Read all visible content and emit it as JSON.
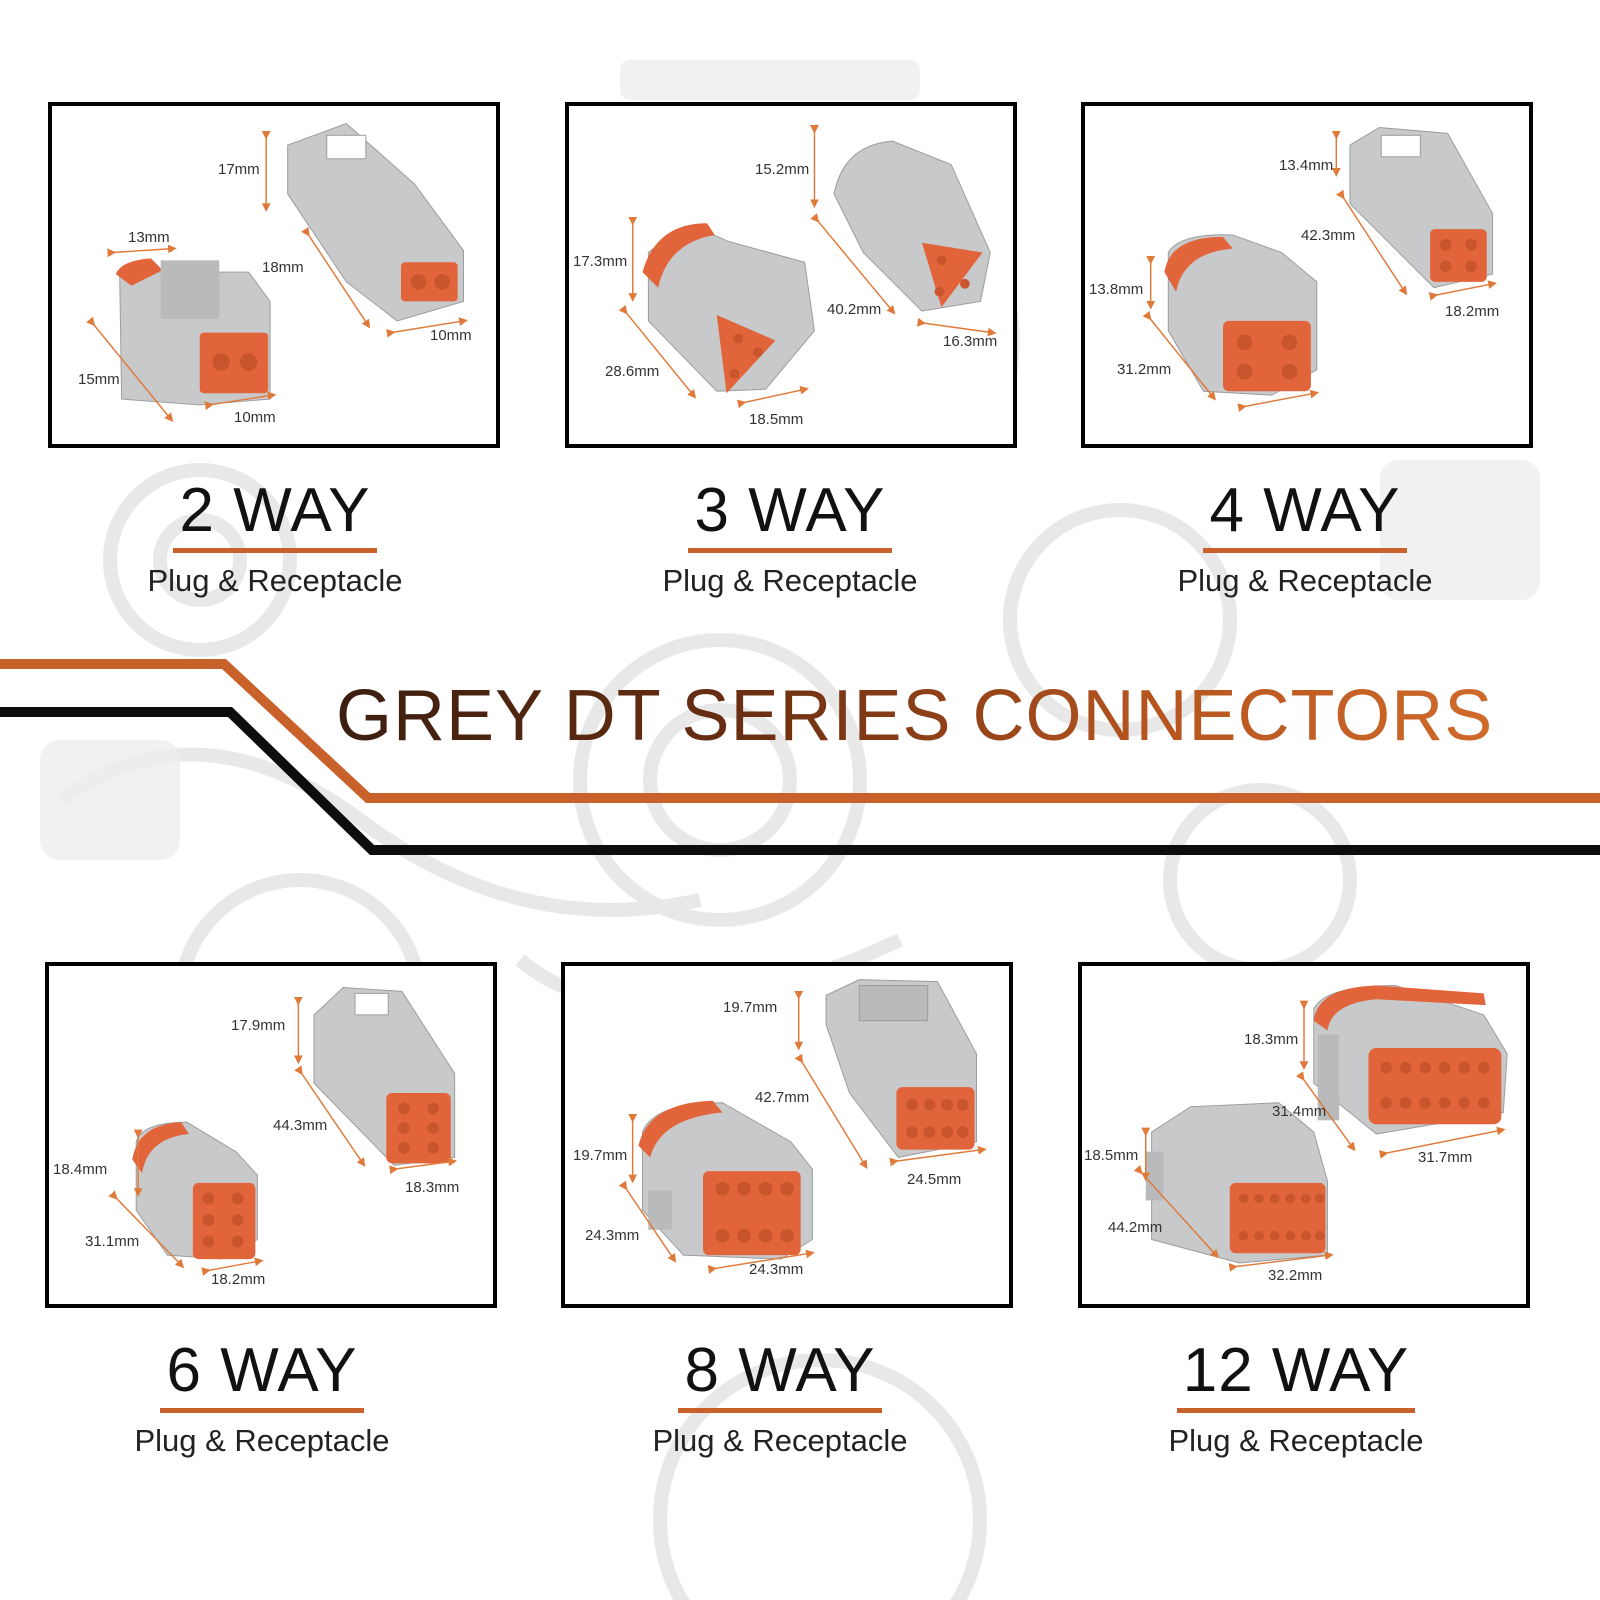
{
  "title": "GREY DT SERIES CONNECTORS",
  "colors": {
    "accent": "#c9622a",
    "connector_grey": "#c7c9cb",
    "seal_orange": "#e2643a",
    "frame": "#000000"
  },
  "panels": [
    {
      "way": "2 WAY",
      "subtitle": "Plug & Receptacle",
      "pins": 2,
      "dims": [
        "17mm",
        "13mm",
        "18mm",
        "10mm",
        "15mm",
        "10mm"
      ]
    },
    {
      "way": "3 WAY",
      "subtitle": "Plug & Receptacle",
      "pins": 3,
      "dims": [
        "15.2mm",
        "17.3mm",
        "40.2mm",
        "16.3mm",
        "28.6mm",
        "18.5mm"
      ]
    },
    {
      "way": "4 WAY",
      "subtitle": "Plug & Receptacle",
      "pins": 4,
      "dims": [
        "13.4mm",
        "42.3mm",
        "13.8mm",
        "18.2mm",
        "31.2mm"
      ]
    },
    {
      "way": "6 WAY",
      "subtitle": "Plug & Receptacle",
      "pins": 6,
      "dims": [
        "17.9mm",
        "44.3mm",
        "18.4mm",
        "18.3mm",
        "31.1mm",
        "18.2mm"
      ]
    },
    {
      "way": "8 WAY",
      "subtitle": "Plug & Receptacle",
      "pins": 8,
      "dims": [
        "19.7mm",
        "42.7mm",
        "19.7mm",
        "24.5mm",
        "24.3mm",
        "24.3mm"
      ]
    },
    {
      "way": "12 WAY",
      "subtitle": "Plug & Receptacle",
      "pins": 12,
      "dims": [
        "18.3mm",
        "31.4mm",
        "18.5mm",
        "31.7mm",
        "44.2mm",
        "32.2mm"
      ]
    }
  ]
}
